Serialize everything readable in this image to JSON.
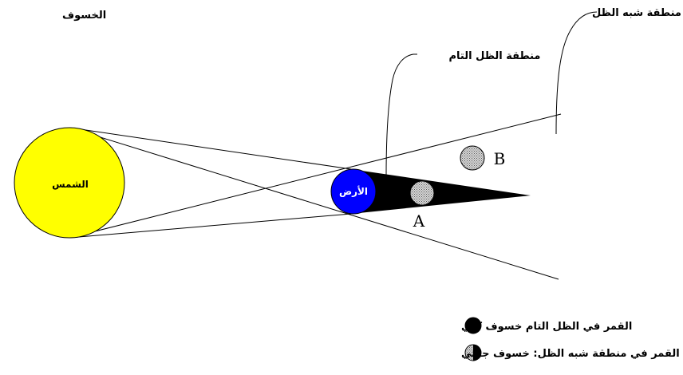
{
  "title": "الخسوف",
  "bodies": {
    "sun": {
      "label": "الشمس",
      "color": "#ffff00"
    },
    "earth": {
      "label": "الأرض",
      "color": "#0000ff"
    },
    "umbra_color": "#000000",
    "moon_color": "#a0a0a0"
  },
  "regions": {
    "umbra_label": "منطقة الظل التام",
    "penumbra_label": "منطقة شبه الظل"
  },
  "moons": {
    "a_label": "A",
    "b_label": "B"
  },
  "legend": {
    "total": "القمر في الظل التام خسوف كلي",
    "partial": "القمر في منطقة شبه الظل: خسوف جزئي"
  }
}
